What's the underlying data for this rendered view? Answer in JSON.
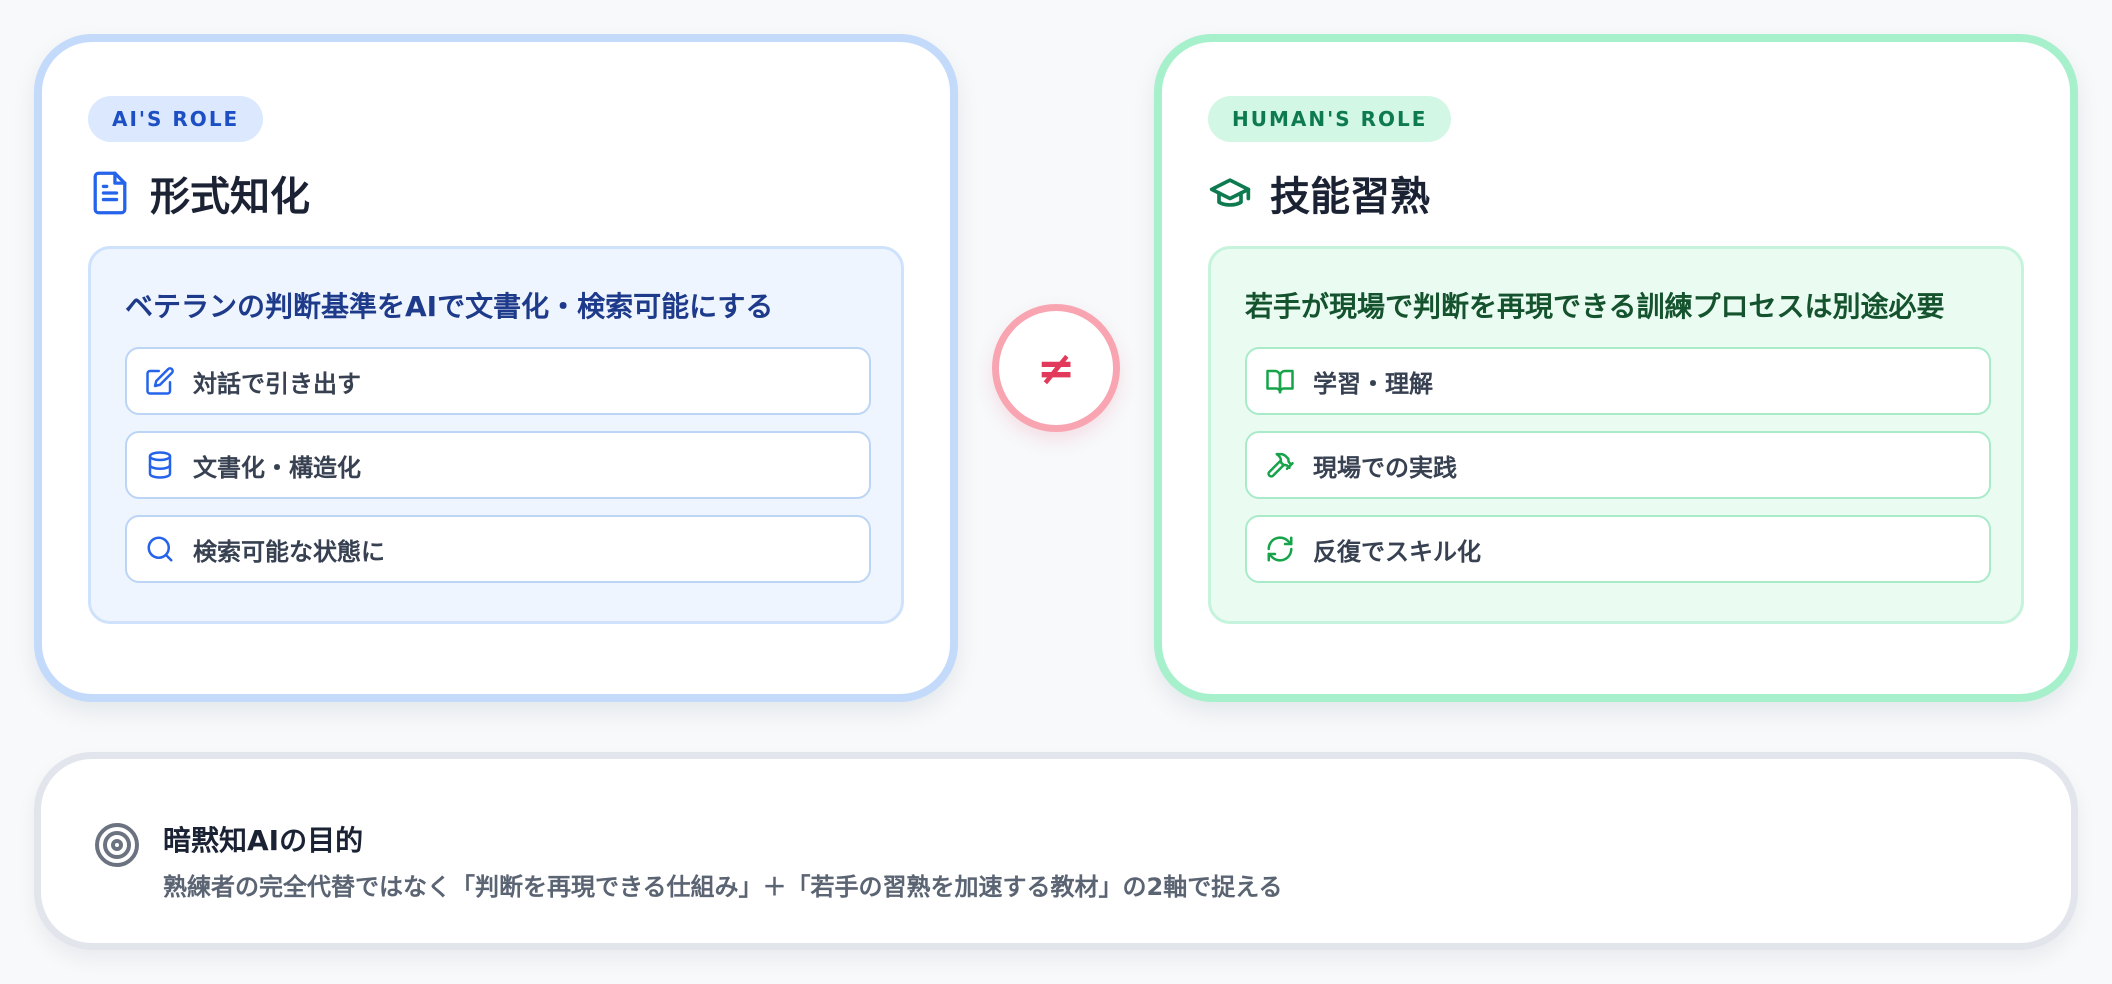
{
  "ai_card": {
    "badge": "AI'S ROLE",
    "title": "形式知化",
    "title_icon": "document-icon",
    "heading": "ベテランの判断基準をAIで文書化・検索可能にする",
    "steps": [
      {
        "label": "対話で引き出す",
        "icon": "edit-icon"
      },
      {
        "label": "文書化・構造化",
        "icon": "database-icon"
      },
      {
        "label": "検索可能な状態に",
        "icon": "search-icon"
      }
    ]
  },
  "separator": {
    "symbol": "≠"
  },
  "human_card": {
    "badge": "HUMAN'S ROLE",
    "title": "技能習熟",
    "title_icon": "graduation-cap-icon",
    "heading": "若手が現場で判断を再現できる訓練プロセスは別途必要",
    "steps": [
      {
        "label": "学習・理解",
        "icon": "book-icon"
      },
      {
        "label": "現場での実践",
        "icon": "hammer-icon"
      },
      {
        "label": "反復でスキル化",
        "icon": "refresh-icon"
      }
    ]
  },
  "summary": {
    "icon": "target-icon",
    "title": "暗黙知AIの目的",
    "text": "熟練者の完全代替ではなく「判断を再現できる仕組み」＋「若手の習熟を加速する教材」の2軸で捉える"
  },
  "colors": {
    "ai_accent": "#1d4fc4",
    "human_accent": "#0e7a4f",
    "neq_accent": "#e23a5b"
  }
}
